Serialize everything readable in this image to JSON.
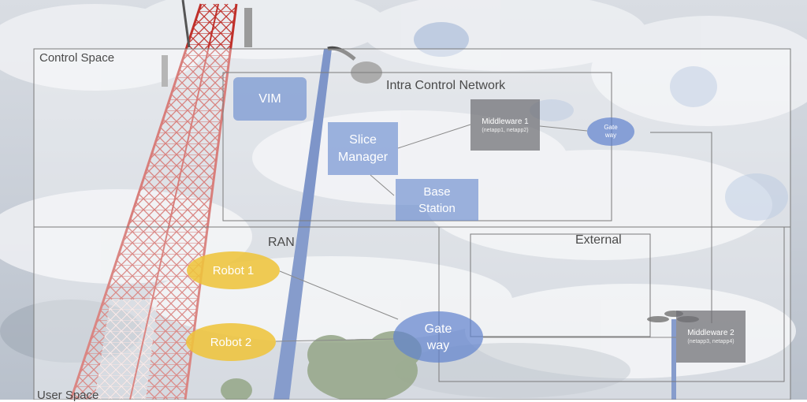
{
  "regions": {
    "control_space": "Control Space",
    "intra_control_network": "Intra Control Network",
    "ran": "RAN",
    "external": "External",
    "user_space": "User Space"
  },
  "nodes": {
    "vim": "VIM",
    "slice_manager_line1": "Slice",
    "slice_manager_line2": "Manager",
    "base_station_line1": "Base",
    "base_station_line2": "Station",
    "middleware1_title": "Middleware 1",
    "middleware1_apps": "(netapp1, netapp2)",
    "gateway_small_line1": "Gate",
    "gateway_small_line2": "way",
    "robot1": "Robot 1",
    "robot2": "Robot 2",
    "gateway_ran_line1": "Gate",
    "gateway_ran_line2": "way",
    "middleware2_title": "Middleware 2",
    "middleware2_apps": "(netapp3, netapp4)"
  },
  "colors": {
    "node_blue": "#6487cd",
    "node_gray": "#6e6e73",
    "robot_yellow": "#eec43c",
    "tower_red": "#c0302a",
    "pole_blue": "#2f55a8"
  }
}
